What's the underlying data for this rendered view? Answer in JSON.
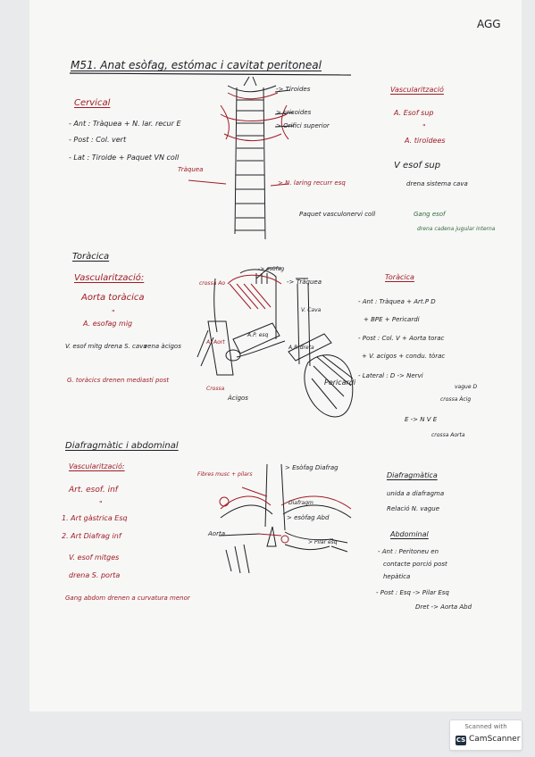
{
  "header": {
    "initials": "AGG",
    "title": "M51. Anat esòfag, estómac i cavitat peritoneal"
  },
  "cervical": {
    "heading": "Cervical",
    "lines": [
      "- Ant : Tràquea + N. lar. recur E",
      "- Post : Col. vert",
      "- Lat : Tiroide + Paquet VN coll"
    ],
    "diagram_labels": [
      "-> Tiroides",
      "> cricoides",
      "> Orifici superior",
      "Tràquea",
      "> N. laring recurr esq",
      "Paquet vasculonervi coll"
    ]
  },
  "vascularitzacio_cervical": {
    "heading": "Vascularització",
    "lines": [
      "A. Esof sup",
      "\"",
      "A. tiroïdees",
      "V esof sup",
      "drena sistema cava",
      "Gang esof",
      "drena cadena jugular interna"
    ]
  },
  "toracica": {
    "heading": "Toràcica",
    "vasc_heading": "Vascularització:",
    "vasc_lines": [
      "Aorta toràcica",
      "\"",
      "A. esofag mig",
      "V. esof mitg drena S. cava",
      "vena àcigos",
      "G. toràcics drenen mediastí post"
    ],
    "diagram_labels": [
      "-> esòfag",
      "crossa Ao",
      "-> Tràquea",
      "V. Cava",
      "A. Aort",
      "A.P. esq",
      "A.P. dreta",
      "Pericardi",
      "Crossa",
      "Àcigos"
    ],
    "rel_heading": "Toràcica",
    "rel_lines": [
      "- Ant : Tràquea + Art.P D",
      "+ BPE + Pericardi",
      "- Post : Col. V + Aorta torac",
      "+ V. acigos + condu. tòrac",
      "- Lateral : D -> Nervi",
      "vague D",
      "crossa Àcig",
      "E -> N V E",
      "crossa Aorta"
    ]
  },
  "diafragmatic": {
    "heading": "Diafragmàtic i abdominal",
    "vasc_heading": "Vascularització:",
    "vasc_lines": [
      "Art. esof. inf",
      "\"",
      "1. Art gàstrica Esq",
      "2. Art Diafrag inf",
      "V. esof mitges",
      "drena S. porta",
      "Gang abdom drenen a curvatura menor"
    ],
    "diagram_labels": [
      "Fibres musc + pilars",
      "> Esòfag Diafrag",
      "Diafragm",
      "> esòfag Abd",
      "> Pilar esq",
      "Aorta"
    ],
    "diaf_heading": "Diafragmàtica",
    "diaf_lines": [
      "unida a diafragma",
      "Relació N. vague"
    ],
    "abd_heading": "Abdominal",
    "abd_lines": [
      "- Ant : Peritoneu en",
      "contacte porció post",
      "hepàtica",
      "- Post : Esq -> Pilar Esq",
      "Dret -> Aorta Abd"
    ]
  },
  "scanner_badge": {
    "top": "Scanned with",
    "logo": "CS",
    "brand": "CamScanner"
  },
  "colors": {
    "ink_black": "#1f1f24",
    "ink_red": "#a01c24",
    "ink_green": "#2f6b3c",
    "paper": "#f7f7f6",
    "background": "#e9eaec"
  }
}
